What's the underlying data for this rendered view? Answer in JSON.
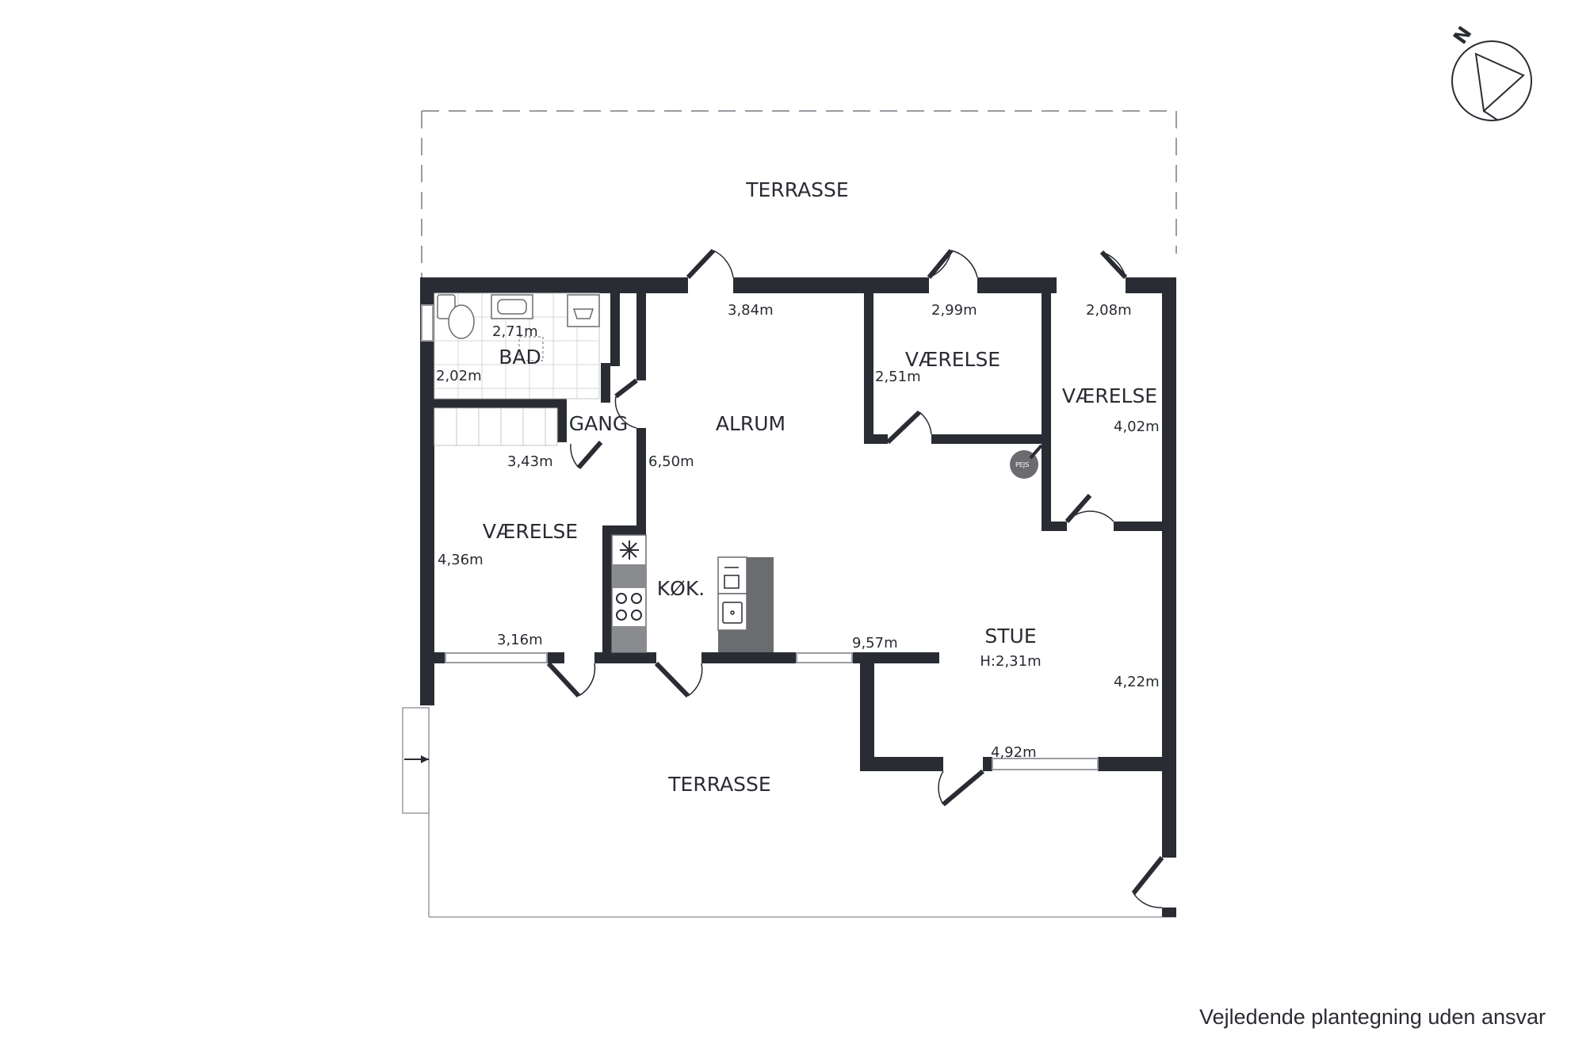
{
  "colors": {
    "wall": "#2a2c33",
    "text": "#2a2c33",
    "window": "#9a9ca3",
    "fixture": "#6b6c70"
  },
  "compass": {
    "label": "N"
  },
  "rooms": {
    "terrace_top": "TERRASSE",
    "bath": "BAD",
    "hall": "GANG",
    "family_room": "ALRUM",
    "bedroom_1": "VÆRELSE",
    "bedroom_2": "VÆRELSE",
    "bedroom_3": "VÆRELSE",
    "kitchen": "KØK.",
    "living": "STUE",
    "living_height": "H:2,31m",
    "terrace_bottom": "TERRASSE",
    "fireplace": "PEJS"
  },
  "dimensions": {
    "bath_width": "2,71m",
    "bath_depth": "2,02m",
    "family_room_width": "3,84m",
    "family_room_depth": "6,50m",
    "bedroom_2_width": "2,99m",
    "bedroom_2_depth": "2,51m",
    "bedroom_3_width": "2,08m",
    "bedroom_3_depth": "4,02m",
    "hall_width": "3,43m",
    "bedroom_1_depth": "4,36m",
    "bedroom_1_width": "3,16m",
    "living_width": "9,57m",
    "living_depth": "4,22m",
    "living_bottom": "4,92m"
  },
  "disclaimer": "Vejledende plantegning uden ansvar"
}
